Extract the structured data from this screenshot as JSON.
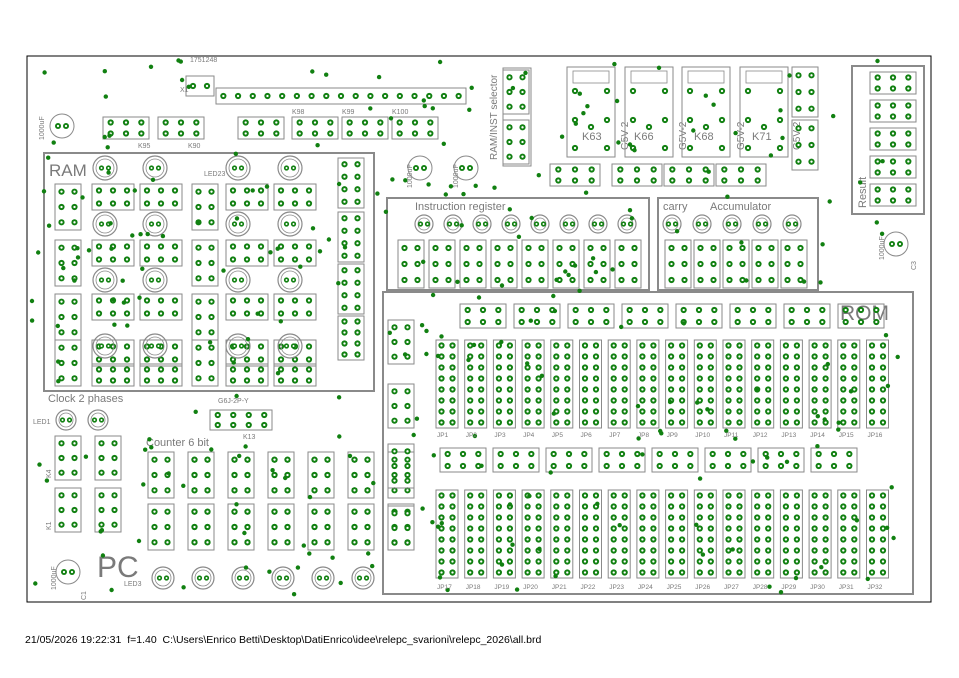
{
  "footer": {
    "timestamp": "21/05/2026 19:22:31",
    "scale": "f=1.40",
    "path": "C:\\Users\\Enrico Betti\\Desktop\\DatiEnrico\\idee\\relepc_svarioni\\relepc_2026\\all.brd"
  },
  "sections": {
    "ram": "RAM",
    "rom": "ROM",
    "pc": "PC",
    "instruction_register": "Instruction register",
    "carry": "carry",
    "accumulator": "Accumulator",
    "result": "Result",
    "clock": "Clock 2 phases",
    "counter": "Counter 6 bit",
    "ram_inst_selector": "RAM/INST selector"
  },
  "relays": {
    "k63": "K63",
    "k66": "K66",
    "k68": "K68",
    "k71": "K71",
    "g5v2": "G5V-2"
  },
  "connectors": {
    "top_part": "1751248",
    "k90": "K90",
    "k95": "K95",
    "k98": "K98",
    "k99": "K99",
    "k100": "K100",
    "k13": "K13",
    "k13_type": "G6J-2P-Y",
    "x1": "X1",
    "c1": "C1",
    "c3": "C3",
    "cap_value": "1000uF",
    "led1": "LED1",
    "led3": "LED3",
    "led23": "LED23",
    "k1": "K1",
    "k4": "K4"
  },
  "jumpers_row1": [
    "JP1",
    "JP2",
    "JP3",
    "JP4",
    "JP5",
    "JP6",
    "JP7",
    "JP8",
    "JP9",
    "JP10",
    "JP11",
    "JP12",
    "JP13",
    "JP14",
    "JP15",
    "JP16"
  ],
  "jumpers_row2": [
    "JP17",
    "JP18",
    "JP19",
    "JP20",
    "JP21",
    "JP22",
    "JP23",
    "JP24",
    "JP25",
    "JP26",
    "JP27",
    "JP28",
    "JP29",
    "JP30",
    "JP31",
    "JP32"
  ],
  "colors": {
    "pad": "#118011",
    "outline": "#8a8a8a",
    "border": "#000000"
  }
}
